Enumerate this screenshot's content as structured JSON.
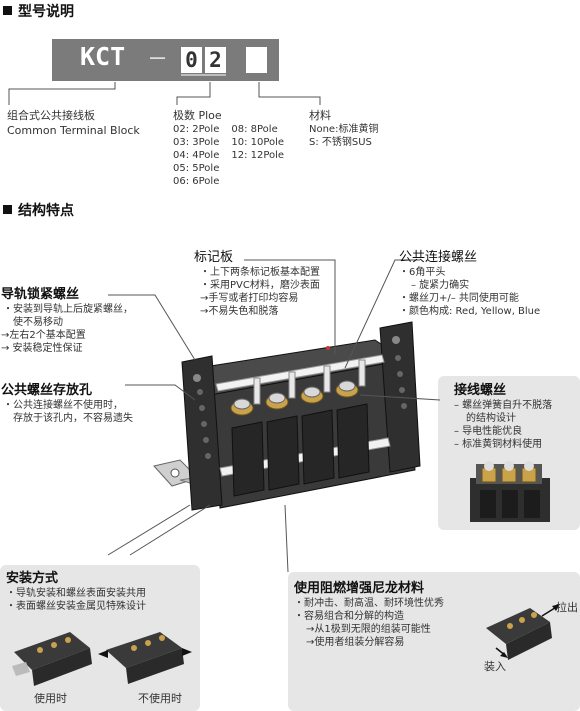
{
  "model": {
    "title": "型号说明",
    "prefix": "KCT",
    "dash": "—",
    "digit1": "0",
    "digit2": "2",
    "type_cn": "组合式公共接线板",
    "type_en": "Common Terminal Block",
    "pole_title": "极数 Ploe",
    "poles_col1": [
      "02: 2Pole",
      "03: 3Pole",
      "04: 4Pole",
      "05: 5Pole",
      "06: 6Pole"
    ],
    "poles_col2": [
      "08: 8Pole",
      "10: 10Pole",
      "12: 12Pole"
    ],
    "material_title": "材料",
    "materials": [
      "None:标准黄铜",
      "S: 不锈钢SUS"
    ]
  },
  "features": {
    "title": "结构特点",
    "marker": {
      "title": "标记板",
      "items": [
        "・上下两条标记板基本配置",
        "・采用PVC材料，磨沙表面",
        "→手写或者打印均容易",
        "→不易失色和脱落"
      ]
    },
    "common_screw": {
      "title": "公共连接螺丝",
      "items": [
        "・6角平头",
        "– 旋紧力确实",
        "・螺丝刀+/– 共同使用可能",
        "・颜色构成: Red, Yellow, Blue"
      ]
    },
    "rail_lock": {
      "title": "导轨锁紧螺丝",
      "items": [
        "・安装到导轨上后旋紧螺丝，",
        "使不易移动",
        "→左右2个基本配置",
        "→ 安装稳定性保证"
      ]
    },
    "storage_hole": {
      "title": "公共螺丝存放孔",
      "items": [
        "・公共连接螺丝不使用时，",
        "存放于该孔内，不容易遗失"
      ]
    },
    "terminal_screw": {
      "title": "接线螺丝",
      "items": [
        "– 螺丝弹簧自升不脱落",
        "的结构设计",
        "– 导电性能优良",
        "– 标准黄铜材料使用"
      ]
    },
    "mounting": {
      "title": "安装方式",
      "items": [
        "・导轨安装和螺丝表面安装共用",
        "・表面螺丝安装金属见特殊设计"
      ],
      "label_in_use": "使用时",
      "label_not_use": "不使用时"
    },
    "nylon": {
      "title": "使用阻燃增强尼龙材料",
      "items": [
        "・耐冲击、耐高温、耐环境性优秀",
        "・容易组合和分解的构造",
        "→从1极到无限的组装可能性",
        "→使用者组装分解容易"
      ],
      "label_pull": "拉出",
      "label_insert": "装入"
    }
  }
}
